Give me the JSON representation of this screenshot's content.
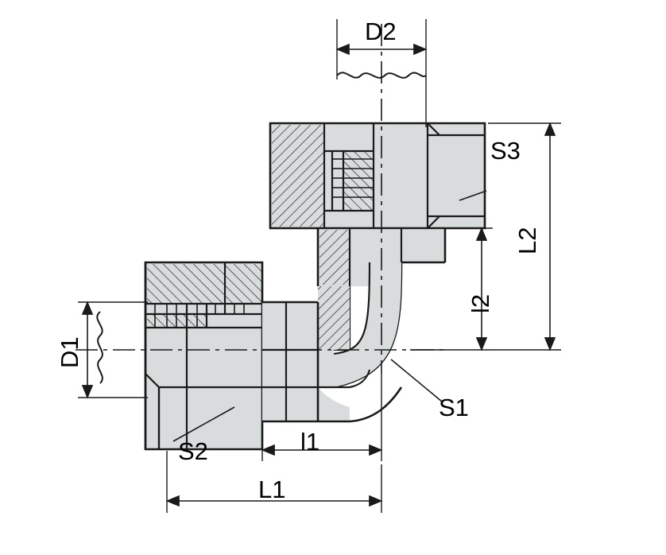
{
  "diagram": {
    "title": "90-degree elbow hydraulic fitting cross-section drawing",
    "colors": {
      "outline": "#1a1a1a",
      "body_fill": "#d9dcdd",
      "hatch": "#1a1a1a",
      "background": "#ffffff",
      "dimension_line": "#1a1a1a",
      "center_line": "#1a1a1a"
    },
    "labels": [
      {
        "id": "D2",
        "text": "D2",
        "orientation": "horizontal"
      },
      {
        "id": "S3",
        "text": "S3",
        "orientation": "horizontal"
      },
      {
        "id": "L2",
        "text": "L2",
        "orientation": "vertical"
      },
      {
        "id": "l2",
        "text": "l2",
        "orientation": "vertical"
      },
      {
        "id": "D1",
        "text": "D1",
        "orientation": "vertical"
      },
      {
        "id": "S2",
        "text": "S2",
        "orientation": "horizontal"
      },
      {
        "id": "S1",
        "text": "S1",
        "orientation": "horizontal"
      },
      {
        "id": "l1",
        "text": "l1",
        "orientation": "horizontal"
      },
      {
        "id": "L1",
        "text": "L1",
        "orientation": "horizontal"
      }
    ]
  }
}
